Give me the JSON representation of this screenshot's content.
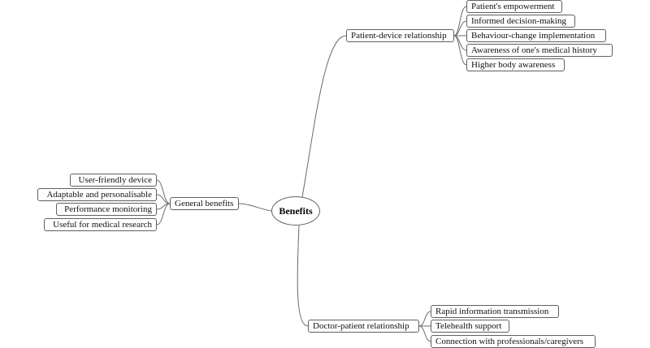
{
  "central_topic": "Benefits",
  "branches": {
    "patient_device": {
      "label": "Patient-device relationship",
      "children": [
        "Patient's empowerment",
        "Informed decision-making",
        "Behaviour-change implementation",
        "Awareness of one's medical history",
        "Higher body awareness"
      ]
    },
    "general": {
      "label": "General benefits",
      "children": [
        "User-friendly device",
        "Adaptable and personalisable",
        "Performance monitoring",
        "Useful for medical research"
      ]
    },
    "doctor_patient": {
      "label": "Doctor-patient relationship",
      "children": [
        "Rapid information transmission",
        "Telehealth support",
        "Connection with professionals/caregivers"
      ]
    }
  }
}
